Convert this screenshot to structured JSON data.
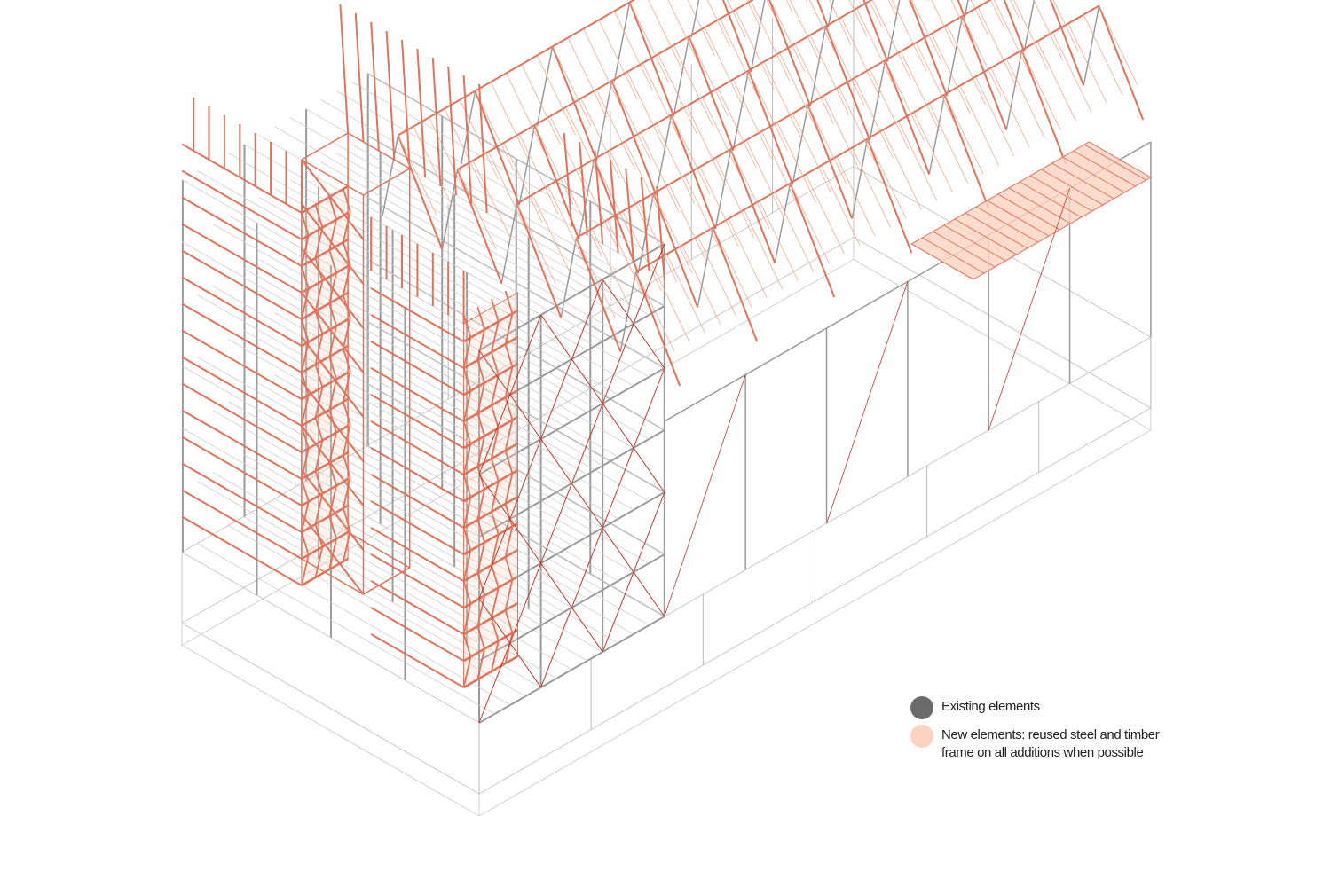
{
  "diagram": {
    "type": "axonometric-structural-diagram",
    "colors": {
      "existing": "#6b6b6b",
      "existing_line": "#9a9a9a",
      "new": "#fcd3c0",
      "new_line": "#e2725a",
      "bracing": "#c0392b"
    }
  },
  "legend": {
    "items": [
      {
        "label": "Existing elements",
        "color": "#6b6b6b"
      },
      {
        "label": "New elements: reused steel and timber frame on all additions when possible",
        "color": "#fcd3c0"
      }
    ]
  }
}
